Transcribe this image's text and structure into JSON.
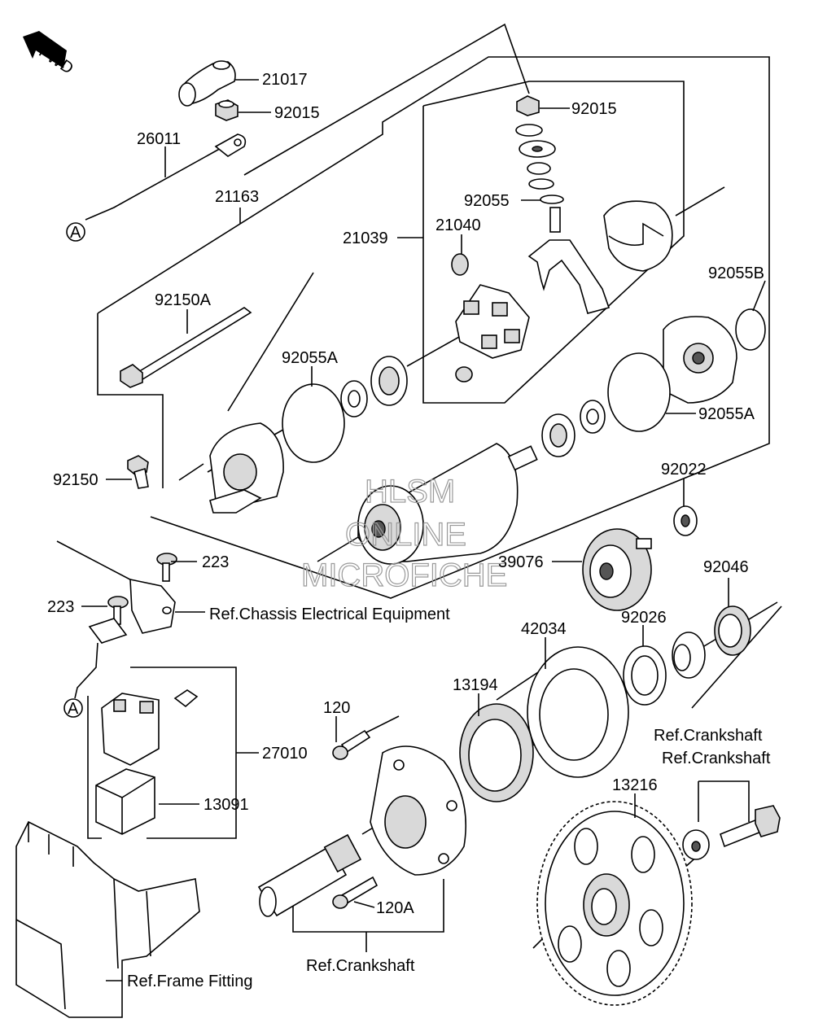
{
  "direction_badge": "FWD",
  "connector_marker": "A",
  "watermark": [
    "HLSM",
    "ONLINE",
    "MICROFICHE"
  ],
  "part_labels": {
    "p21017": "21017",
    "p92015a": "92015",
    "p26011": "26011",
    "p21163": "21163",
    "p92015b": "92015",
    "p92055": "92055",
    "p21040": "21040",
    "p21039": "21039",
    "p92055B": "92055B",
    "p92150A": "92150A",
    "p92055A_left": "92055A",
    "p92055A_right": "92055A",
    "p92150": "92150",
    "p92022": "92022",
    "p39076": "39076",
    "p223_top": "223",
    "p223_left": "223",
    "p92046": "92046",
    "p42034": "42034",
    "p92026": "92026",
    "p13194": "13194",
    "p120": "120",
    "p27010": "27010",
    "p13091": "13091",
    "p13216": "13216",
    "p120A": "120A"
  },
  "references": {
    "chassis": "Ref.Chassis Electrical Equipment",
    "crankshaft_1": "Ref.Crankshaft",
    "crankshaft_2": "Ref.Crankshaft",
    "crankshaft_3": "Ref.Crankshaft",
    "frame": "Ref.Frame Fitting"
  }
}
